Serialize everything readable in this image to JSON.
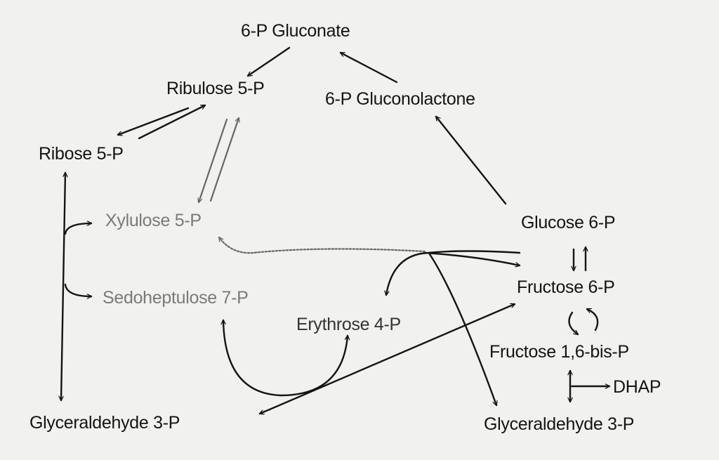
{
  "labels": {
    "gluconate_6p": "6-P Gluconate",
    "ribulose_5p": "Ribulose 5-P",
    "gluconolactone_6p": "6-P Gluconolactone",
    "ribose_5p": "Ribose 5-P",
    "xylulose_5p": "Xylulose 5-P",
    "glucose_6p": "Glucose 6-P",
    "fructose_6p": "Fructose 6-P",
    "sedoheptulose_7p": "Sedoheptulose 7-P",
    "erythrose_4p": "Erythrose 4-P",
    "fructose_16bisp": "Fructose 1,6-bis-P",
    "dhap": "DHAP",
    "glyceraldehyde_3p_left": "Glyceraldehyde 3-P",
    "glyceraldehyde_3p_right": "Glyceraldehyde 3-P"
  },
  "colors": {
    "ink": "#141414",
    "faded": "#7a7a7a",
    "background": "#f1f1ef"
  }
}
